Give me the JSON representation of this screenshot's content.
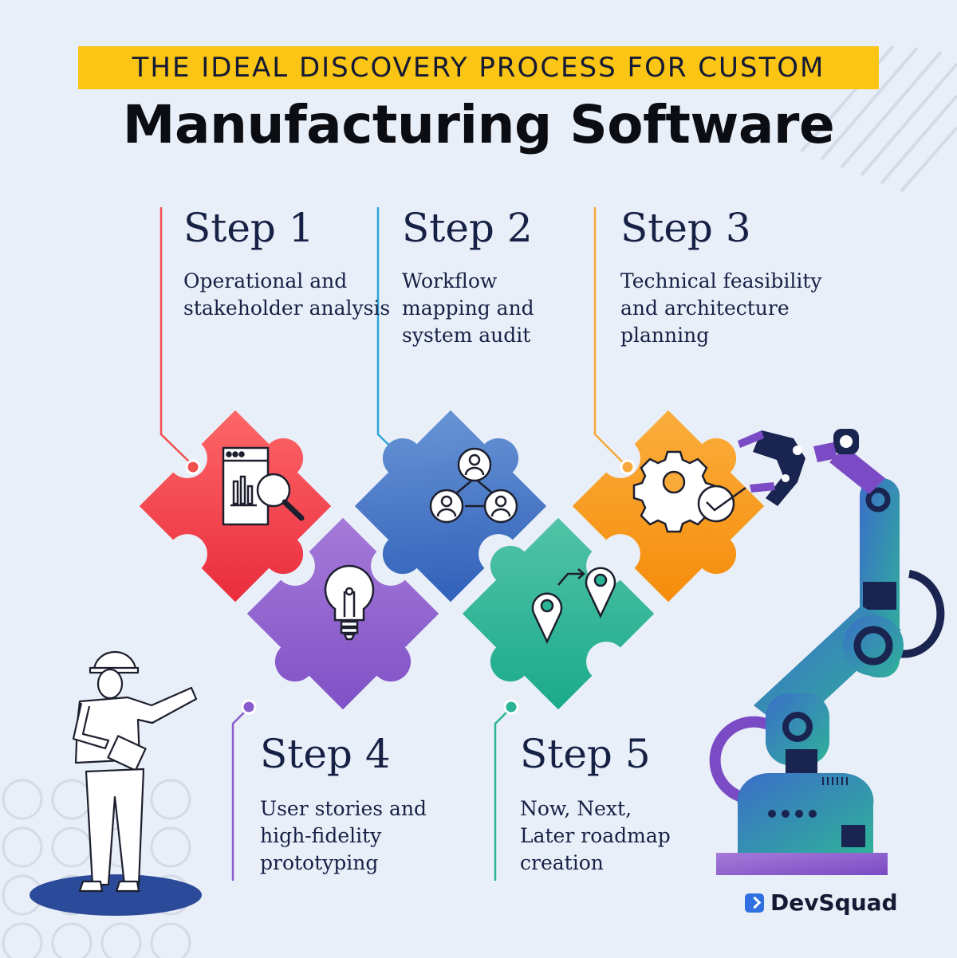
{
  "header": {
    "banner_text": "THE IDEAL DISCOVERY PROCESS FOR CUSTOM",
    "title": "Manufacturing Software"
  },
  "steps": [
    {
      "label": "Step 1",
      "description": "Operational and stakeholder analysis",
      "color": "#f0504e",
      "icon": "analytics-magnifier-icon"
    },
    {
      "label": "Step 2",
      "description": "Workflow mapping and system audit",
      "color": "#2fa6d9",
      "icon": "user-network-icon"
    },
    {
      "label": "Step 3",
      "description": "Technical feasibility and architecture planning",
      "color": "#f7a93a",
      "icon": "gear-check-icon"
    },
    {
      "label": "Step 4",
      "description": "User stories and high-fidelity prototyping",
      "color": "#8a5ccd",
      "icon": "lightbulb-icon"
    },
    {
      "label": "Step 5",
      "description": "Now, Next, Later roadmap creation",
      "color": "#2ab394",
      "icon": "map-pins-route-icon"
    }
  ],
  "brand": {
    "name": "DevSquad"
  },
  "colors": {
    "banner": "#fbc515",
    "background": "#e9eff8",
    "text": "#172145"
  }
}
